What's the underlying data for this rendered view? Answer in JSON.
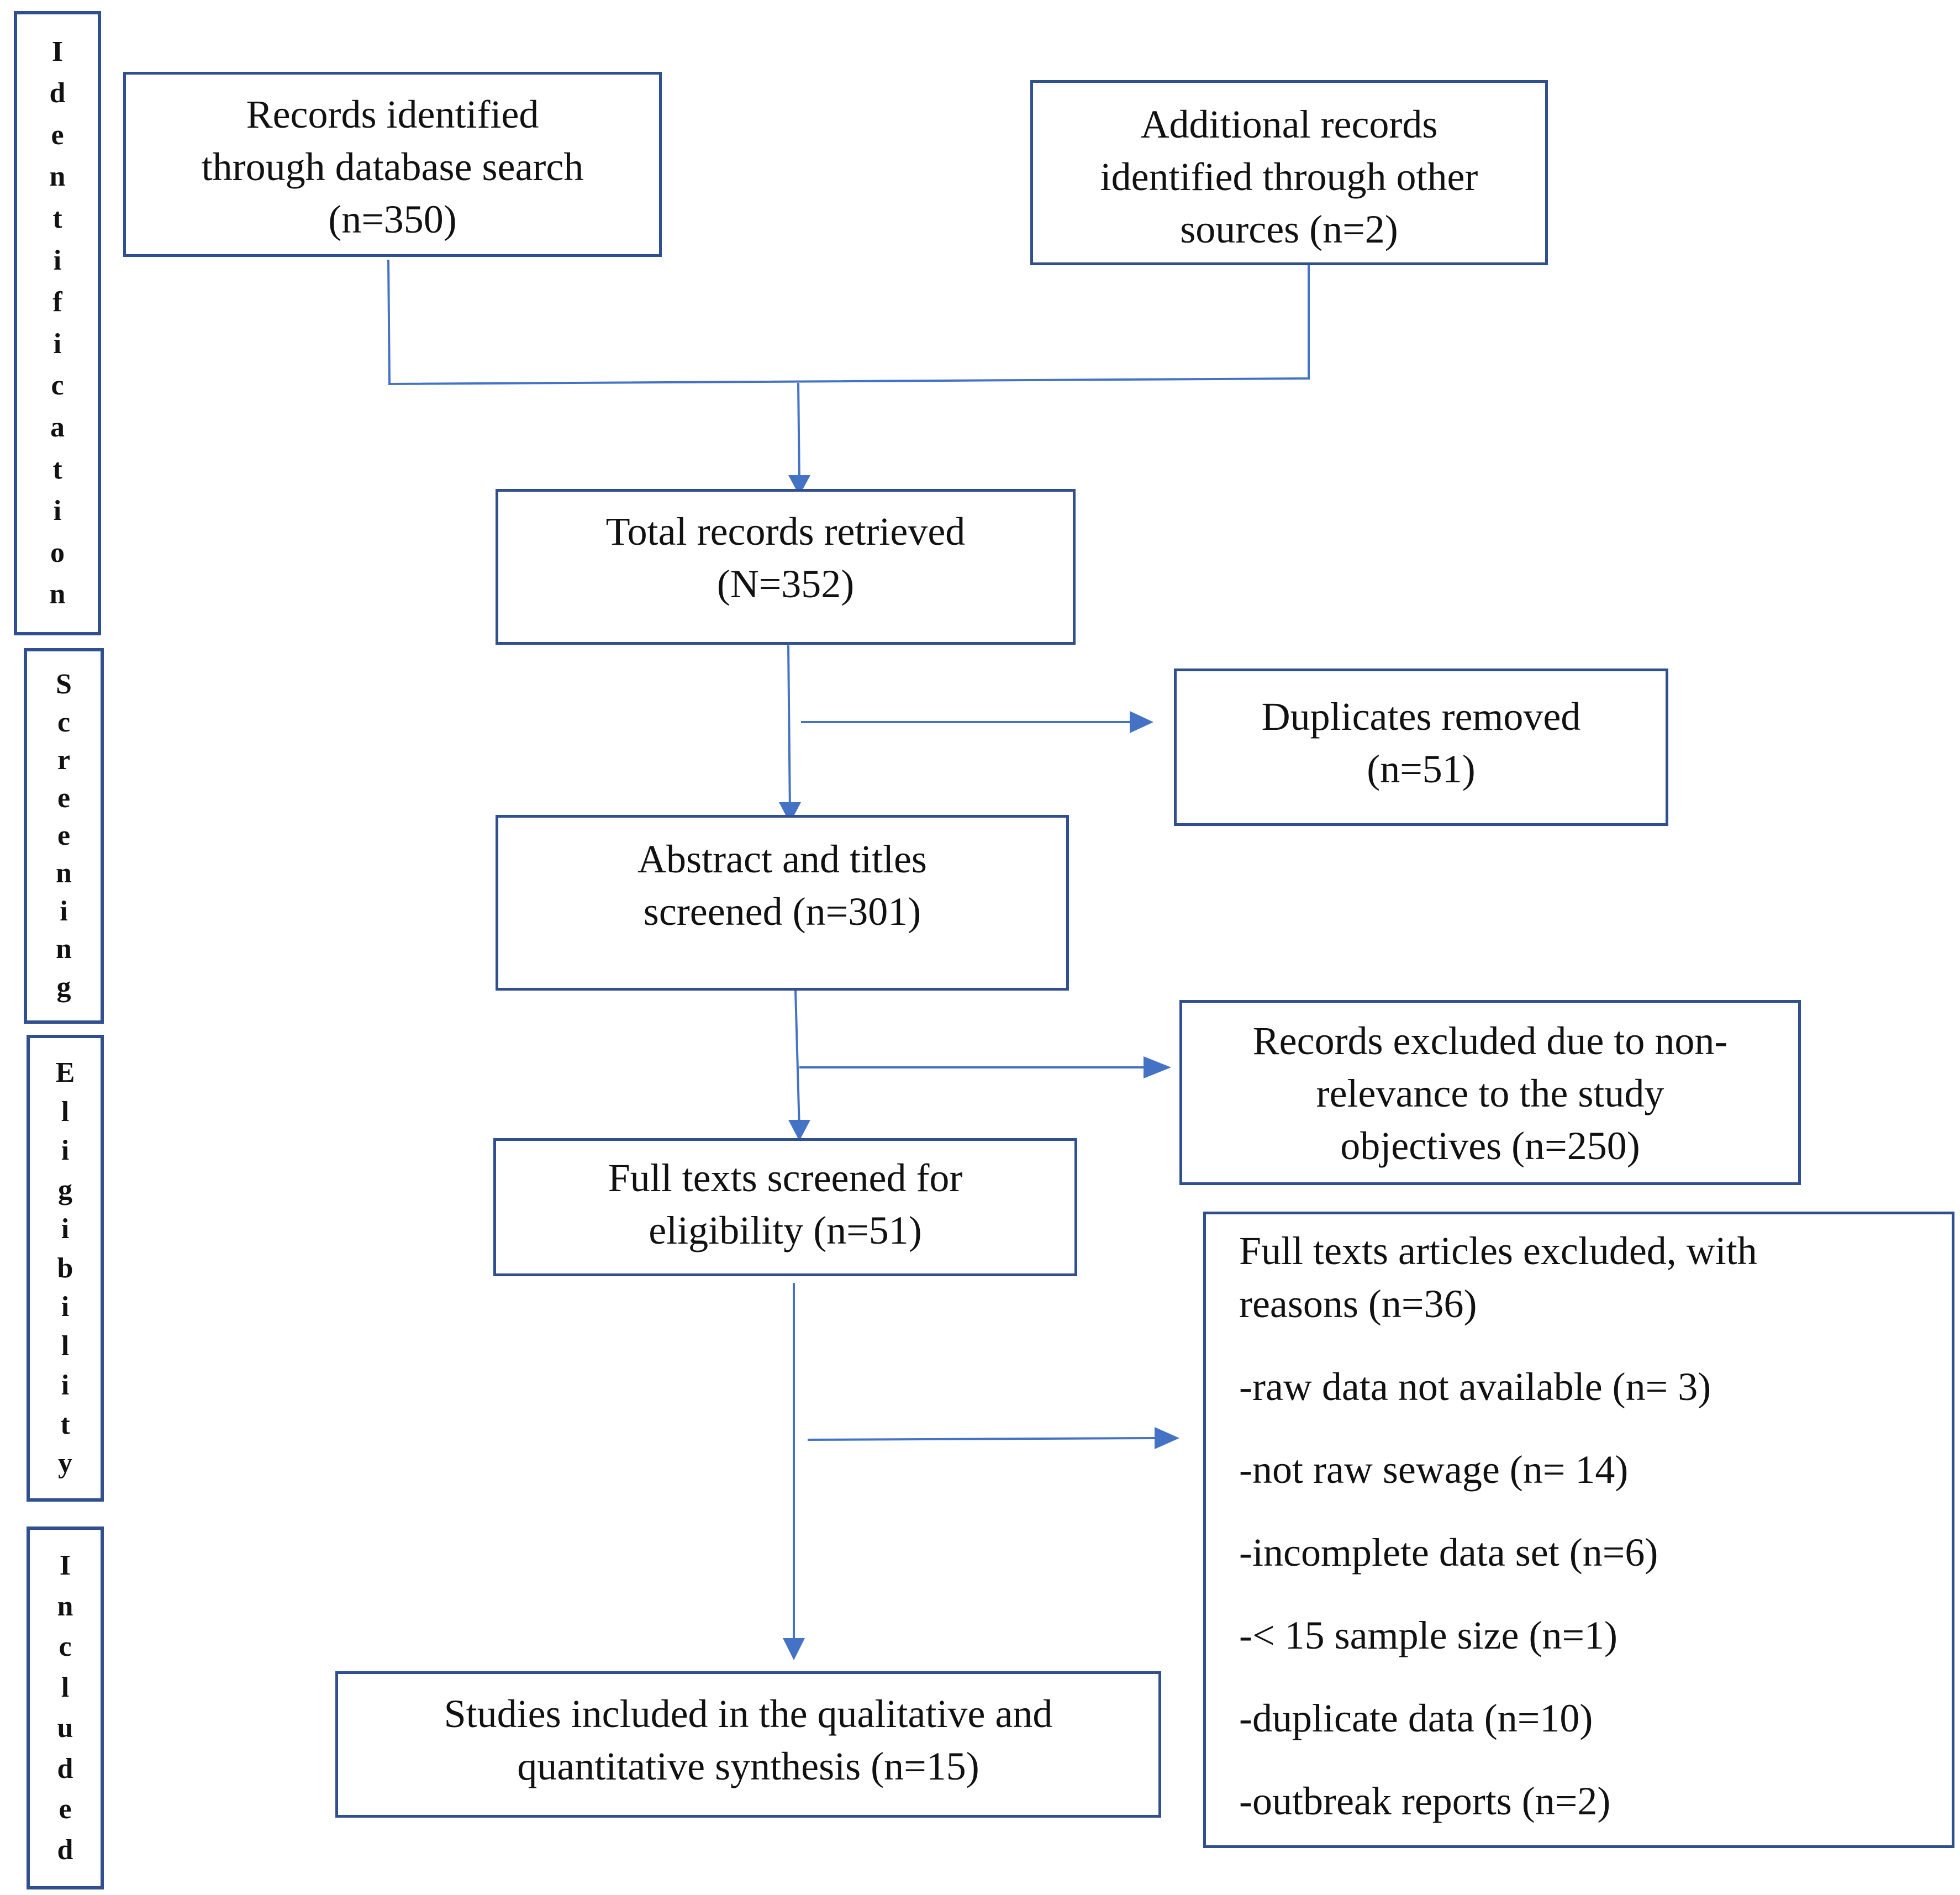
{
  "colors": {
    "border": "#2f4f8f",
    "arrow": "#4472c4",
    "text": "#111111"
  },
  "phases": {
    "identification": "Identification",
    "screening": "Screening",
    "eligibility": "Eligibility",
    "included": "Included"
  },
  "boxes": {
    "database_search": [
      "Records identified",
      "through database search",
      "(n=350)"
    ],
    "other_sources": [
      "Additional records",
      "identified through other",
      "sources (n=2)"
    ],
    "total_retrieved": [
      "Total records retrieved",
      "(N=352)"
    ],
    "duplicates_removed": [
      "Duplicates removed",
      "(n=51)"
    ],
    "abstract_screened": [
      "Abstract and titles",
      "screened (n=301)"
    ],
    "excluded_nonrelevance": [
      "Records excluded due to non-",
      "relevance to the study",
      "objectives (n=250)"
    ],
    "fulltext_screened": [
      "Full texts screened for",
      "eligibility (n=51)"
    ],
    "studies_included": [
      "Studies included in the qualitative and",
      "quantitative synthesis (n=15)"
    ],
    "fulltext_excluded": {
      "heading": [
        "Full texts articles excluded, with",
        "reasons (n=36)"
      ],
      "reasons": [
        "-raw data not available (n= 3)",
        "-not raw sewage (n= 14)",
        "-incomplete data set (n=6)",
        "-< 15 sample size (n=1)",
        "-duplicate data (n=10)",
        "-outbreak reports (n=2)"
      ]
    }
  }
}
